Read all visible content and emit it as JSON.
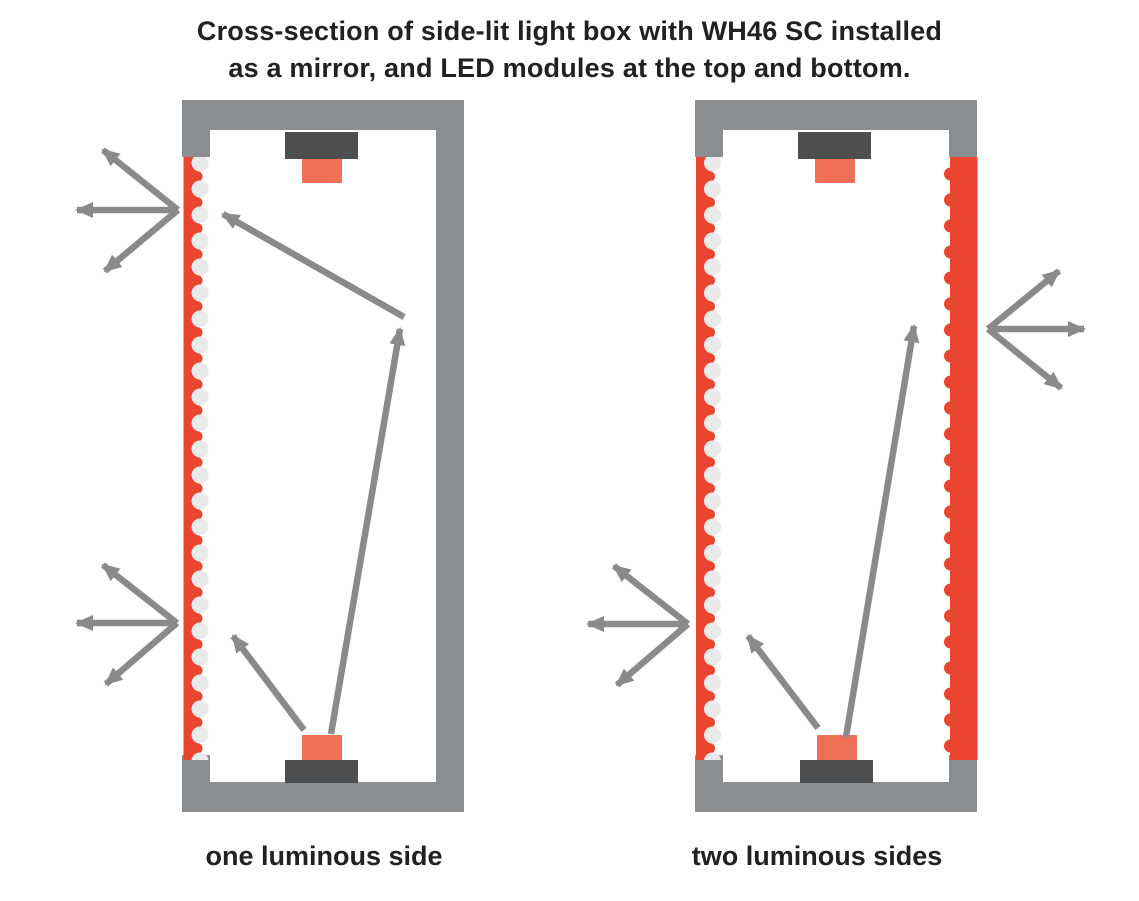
{
  "title": {
    "line1": "Cross-section of side-lit light box with WH46 SC installed",
    "line2": "as a mirror, and LED modules at the top and bottom."
  },
  "diagrams": [
    {
      "caption": "one luminous side",
      "luminous_sides": [
        "left"
      ],
      "components": [
        "light-box-frame",
        "wh46-sc-film-left",
        "led-module-top",
        "led-module-bottom",
        "heat-sink-top",
        "heat-sink-bottom"
      ],
      "light_rays": [
        "led-bottom-to-left-film",
        "led-bottom-upward",
        "reflected-ray-to-left-film"
      ],
      "emission_fans": [
        "left-upper",
        "left-lower"
      ]
    },
    {
      "caption": "two luminous sides",
      "luminous_sides": [
        "left",
        "right"
      ],
      "components": [
        "light-box-frame",
        "wh46-sc-film-left",
        "wh46-sc-film-right",
        "led-module-top",
        "led-module-bottom",
        "heat-sink-top",
        "heat-sink-bottom"
      ],
      "light_rays": [
        "led-bottom-to-left-film",
        "led-bottom-to-right-film"
      ],
      "emission_fans": [
        "left-lower",
        "right-middle"
      ]
    }
  ],
  "colors": {
    "background": "#ffffff",
    "frame_gray": "#8a8e90",
    "heatsink_dark_gray": "#4d4e50",
    "led_salmon": "#ee7157",
    "film_red": "#e9452f",
    "diffuser_dot_gray": "#eaeaea",
    "arrow_gray": "#8a8a8c",
    "text_black": "#232021"
  }
}
